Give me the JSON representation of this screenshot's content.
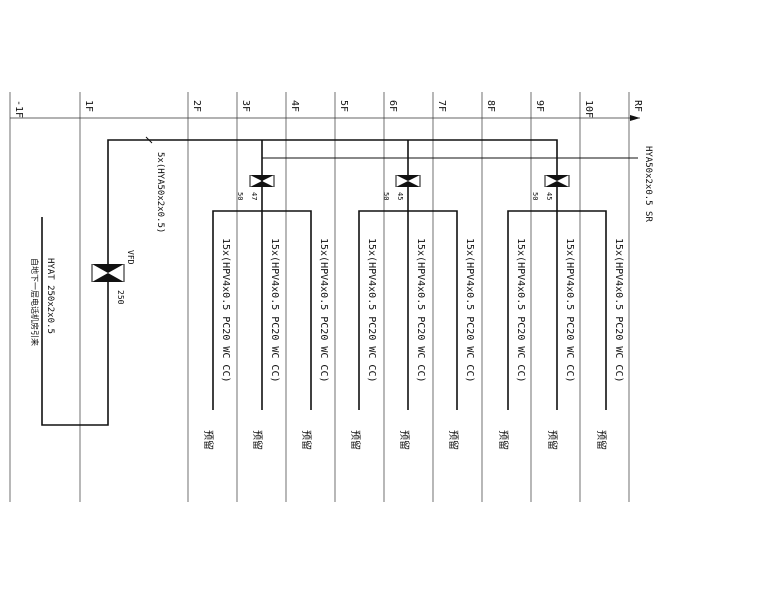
{
  "floors": [
    "-1F",
    "1F",
    "2F",
    "3F",
    "4F",
    "5F",
    "6F",
    "7F",
    "8F",
    "9F",
    "10F",
    "RF"
  ],
  "riser_cable_label": "5x(HYA50x2x0.5)",
  "roof_cable_label": "HYA50x2x0.5 SR",
  "incoming": {
    "cable_label": "HYAT 250x2x0.5",
    "source_note": "自地下一层电话机房引来"
  },
  "vfd": {
    "label": "VFD",
    "value": "250"
  },
  "distribution_boxes": [
    {
      "id": "3f",
      "top_value": "47",
      "bottom_value": "50"
    },
    {
      "id": "6f",
      "top_value": "45",
      "bottom_value": "50"
    },
    {
      "id": "9f",
      "top_value": "45",
      "bottom_value": "50"
    }
  ],
  "branches": [
    {
      "cable": "15x(HPV4x0.5 PC20 WC CC)",
      "note": "预留"
    },
    {
      "cable": "15x(HPV4x0.5 PC20 WC CC)",
      "note": "预留"
    },
    {
      "cable": "15x(HPV4x0.5 PC20 WC CC)",
      "note": "预留"
    },
    {
      "cable": "15x(HPV4x0.5 PC20 WC CC)",
      "note": "预留"
    },
    {
      "cable": "15x(HPV4x0.5 PC20 WC CC)",
      "note": "预留"
    },
    {
      "cable": "15x(HPV4x0.5 PC20 WC CC)",
      "note": "预留"
    },
    {
      "cable": "15x(HPV4x0.5 PC20 WC CC)",
      "note": "预留"
    },
    {
      "cable": "15x(HPV4x0.5 PC20 WC CC)",
      "note": "预留"
    },
    {
      "cable": "15x(HPV4x0.5 PC20 WC CC)",
      "note": "预留"
    }
  ]
}
